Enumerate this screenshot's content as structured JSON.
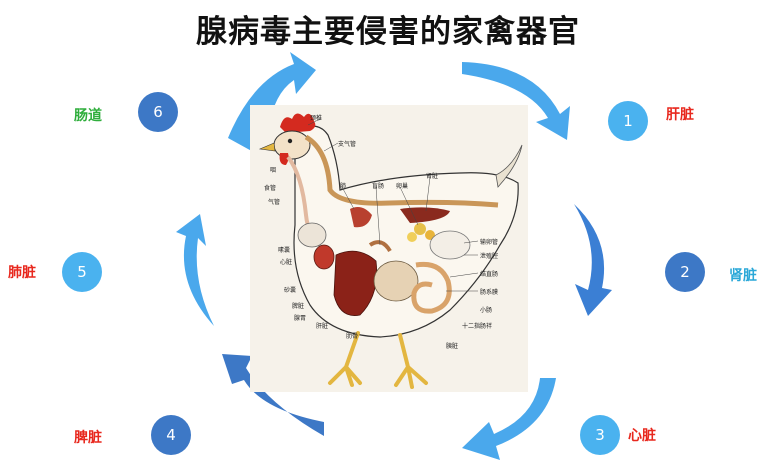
{
  "title": "腺病毒主要侵害的家禽器官",
  "colors": {
    "arrow": "#4aa8ec",
    "arrow_dark": "#3b7fd4",
    "circle_light": "#4ab2ef",
    "circle_dark": "#3d78c6",
    "label_green": "#2fae3c",
    "label_red": "#e8281e",
    "label_cyan": "#2aa8d8"
  },
  "organs": [
    {
      "number": "1",
      "label": "肝脏"
    },
    {
      "number": "2",
      "label": "肾脏"
    },
    {
      "number": "3",
      "label": "心脏"
    },
    {
      "number": "4",
      "label": "脾脏"
    },
    {
      "number": "5",
      "label": "肺脏"
    },
    {
      "number": "6",
      "label": "肠道"
    }
  ],
  "figure": {
    "labels": [
      "颈椎",
      "支气管",
      "肺",
      "盲肠",
      "卵巢",
      "肾脏",
      "咽",
      "食管",
      "气管",
      "嗉囊",
      "心脏",
      "输卵管",
      "泄殖腔",
      "结直肠",
      "肠系膜",
      "小肠",
      "十二指肠袢",
      "胰脏",
      "砂囊",
      "脾脏",
      "腺胃",
      "肝脏",
      "肋骨"
    ]
  }
}
